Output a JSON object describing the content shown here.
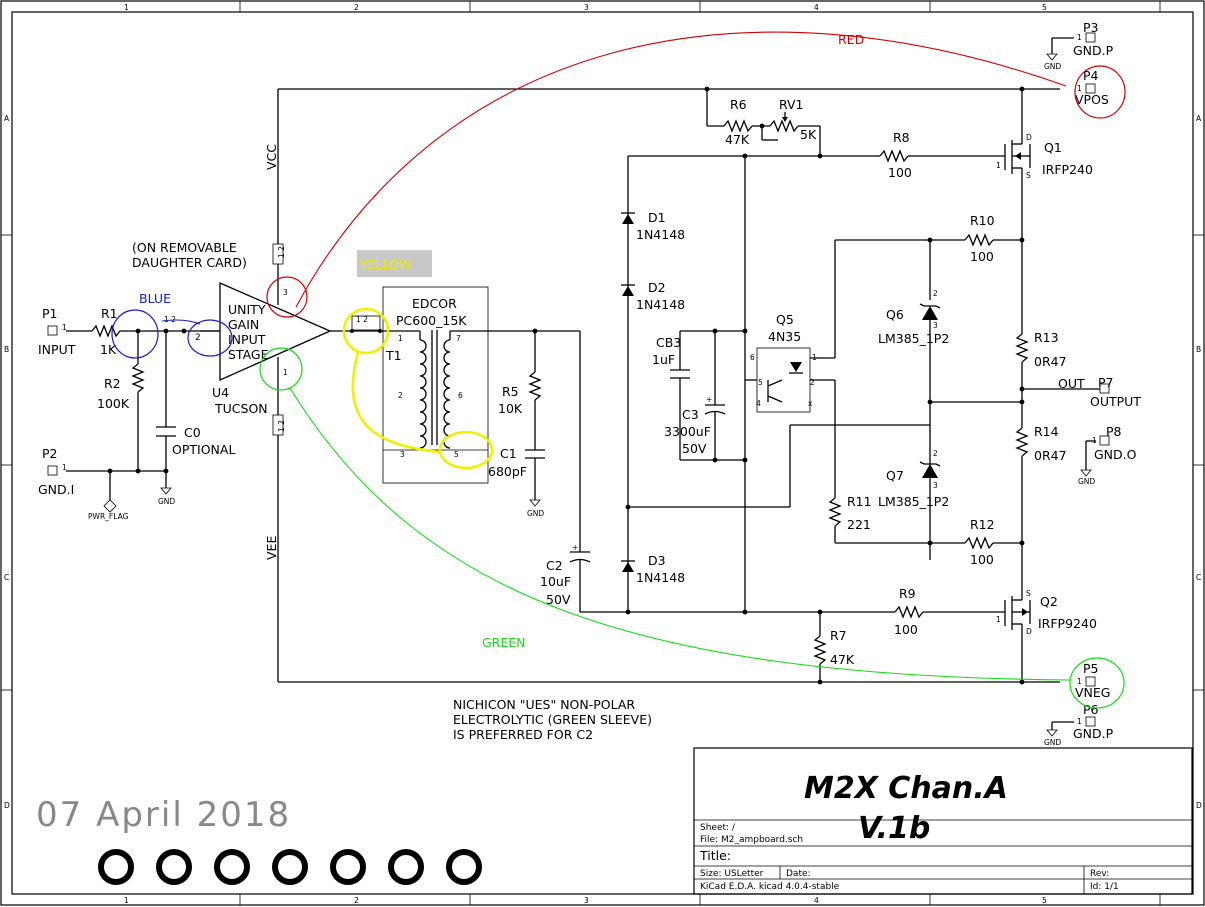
{
  "sheet": {
    "title_line1": "M2X Chan.A",
    "title_line2": "V.1b",
    "date": "07 April 2018",
    "sheet_label": "Sheet: /",
    "file_label": "File: M2_ampboard.sch",
    "title_label": "Title:",
    "size_label": "Size: USLetter",
    "date_label": "Date:",
    "rev_label": "Rev:",
    "tool_label": "KiCad E.D.A.  kicad 4.0.4-stable",
    "id_label": "Id: 1/1"
  },
  "grid": {
    "cols": [
      "1",
      "2",
      "3",
      "4",
      "5"
    ],
    "rows": [
      "A",
      "B",
      "C",
      "D"
    ]
  },
  "annotations": {
    "red": "RED",
    "blue": "BLUE",
    "yellow": "YELLOW",
    "green": "GREEN",
    "colors": {
      "red": "#d00000",
      "blue": "#1a1acd",
      "yellow": "#f0f000",
      "green": "#11dd11"
    }
  },
  "notes": {
    "daughter_card": [
      "(ON REMOVABLE",
      "DAUGHTER CARD)"
    ],
    "c2_note": [
      "NICHICON \"UES\" NON-POLAR",
      "ELECTROLYTIC (GREEN SLEEVE)",
      "IS PREFERRED FOR C2"
    ]
  },
  "nets": {
    "vcc": "VCC",
    "vee": "VEE",
    "out": "OUT"
  },
  "components": {
    "p1": {
      "ref": "P1",
      "value": "INPUT"
    },
    "p2": {
      "ref": "P2",
      "value": "GND.I"
    },
    "p3": {
      "ref": "P3",
      "value": "GND.P"
    },
    "p4": {
      "ref": "P4",
      "value": "VPOS"
    },
    "p5": {
      "ref": "P5",
      "value": "VNEG"
    },
    "p6": {
      "ref": "P6",
      "value": "GND.P"
    },
    "p7": {
      "ref": "P7",
      "value": "OUTPUT"
    },
    "p8": {
      "ref": "P8",
      "value": "GND.O"
    },
    "r1": {
      "ref": "R1",
      "value": "1K"
    },
    "r2": {
      "ref": "R2",
      "value": "100K"
    },
    "c0": {
      "ref": "C0",
      "value": "OPTIONAL"
    },
    "u4": {
      "ref": "U4",
      "value": "TUCSON",
      "body": [
        "UNITY",
        "GAIN",
        "INPUT",
        "STAGE"
      ]
    },
    "t1": {
      "ref": "T1",
      "value": "PC600_15K",
      "maker": "EDCOR"
    },
    "r5": {
      "ref": "R5",
      "value": "10K"
    },
    "c1": {
      "ref": "C1",
      "value": "680pF"
    },
    "c2": {
      "ref": "C2",
      "value": "10uF",
      "rating": "50V"
    },
    "d1": {
      "ref": "D1",
      "value": "1N4148"
    },
    "d2": {
      "ref": "D2",
      "value": "1N4148"
    },
    "d3": {
      "ref": "D3",
      "value": "1N4148"
    },
    "cb3": {
      "ref": "CB3",
      "value": "1uF"
    },
    "c3": {
      "ref": "C3",
      "value": "3300uF",
      "rating": "50V"
    },
    "q5": {
      "ref": "Q5",
      "value": "4N35"
    },
    "r6": {
      "ref": "R6",
      "value": "47K"
    },
    "rv1": {
      "ref": "RV1",
      "value": "5K"
    },
    "r8": {
      "ref": "R8",
      "value": "100"
    },
    "q1": {
      "ref": "Q1",
      "value": "IRFP240"
    },
    "r10": {
      "ref": "R10",
      "value": "100"
    },
    "q6": {
      "ref": "Q6",
      "value": "LM385_1P2"
    },
    "r13": {
      "ref": "R13",
      "value": "0R47"
    },
    "r14": {
      "ref": "R14",
      "value": "0R47"
    },
    "q7": {
      "ref": "Q7",
      "value": "LM385_1P2"
    },
    "r11": {
      "ref": "R11",
      "value": "221"
    },
    "r12": {
      "ref": "R12",
      "value": "100"
    },
    "q2": {
      "ref": "Q2",
      "value": "IRFP9240"
    },
    "r9": {
      "ref": "R9",
      "value": "100"
    },
    "r7": {
      "ref": "R7",
      "value": "47K"
    }
  },
  "power": {
    "gnd": "GND",
    "pwr_flag": "PWR_FLAG"
  },
  "holes_count": 7
}
